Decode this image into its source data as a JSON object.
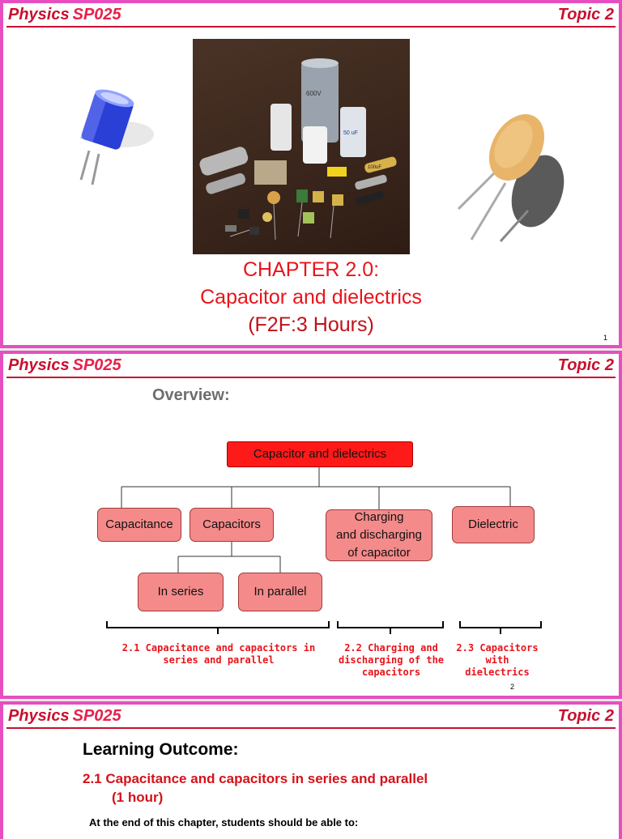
{
  "header": {
    "brand_primary": "Physics",
    "brand_secondary": "SP025",
    "topic": "Topic 2"
  },
  "slide1": {
    "chapter_line1": "CHAPTER 2.0:",
    "chapter_line2": "Capacitor and dielectrics",
    "chapter_line3": "(F2F:3 Hours)",
    "page_number": "1",
    "photo_caps": [
      "600V",
      "50 uF",
      "100uF"
    ]
  },
  "slide2": {
    "title": "Overview:",
    "root": "Capacitor and dielectrics",
    "nodes": {
      "capacitance": "Capacitance",
      "capacitors": "Capacitors",
      "charging_l1": "Charging",
      "charging_l2": "and discharging",
      "charging_l3": "of capacitor",
      "dielectric": "Dielectric",
      "in_series": "In series",
      "in_parallel": "In parallel"
    },
    "captions": {
      "c1_l1": "2.1 Capacitance and capacitors in",
      "c1_l2": "series and parallel",
      "c2_l1": "2.2 Charging and",
      "c2_l2": "discharging of the",
      "c2_l3": "capacitors",
      "c3_l1": "2.3 Capacitors",
      "c3_l2": "with",
      "c3_l3": "dielectrics"
    },
    "page_number": "2"
  },
  "slide3": {
    "title": "Learning Outcome:",
    "section_l1": "2.1  Capacitance and capacitors in series and parallel",
    "section_l2": "(1 hour)",
    "subtitle": "At the end of this chapter, students should be able to:"
  },
  "colors": {
    "border": "#e64fc0",
    "accent_red": "#c8102e",
    "node_fill": "#f58a8a",
    "root_fill": "#ff1a1a"
  }
}
